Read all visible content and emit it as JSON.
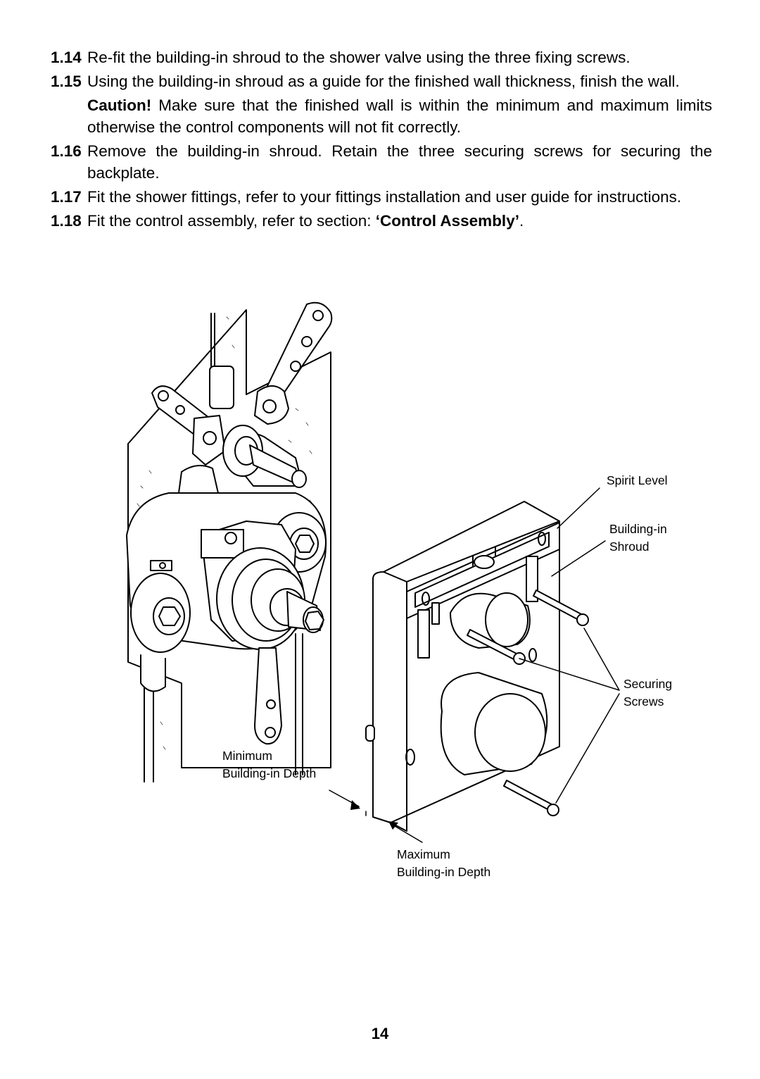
{
  "steps": [
    {
      "num": "1.14",
      "text": "Re-fit the building-in shroud to the shower valve using the three fixing screws."
    },
    {
      "num": "1.15",
      "text": "Using the building-in shroud as a guide for the finished wall thickness, finish the wall."
    },
    {
      "caution_label": "Caution!",
      "caution_text": "Make sure that the finished wall is within the minimum and maximum limits otherwise the control components will not fit correctly."
    },
    {
      "num": "1.16",
      "text": "Remove the building-in shroud. Retain the three securing screws for securing the backplate."
    },
    {
      "num": "1.17",
      "text": "Fit the shower fittings, refer to your fittings installation and user guide for instructions."
    },
    {
      "num": "1.18",
      "text_before": "Fit the control assembly, refer to section: ",
      "text_bold": "‘Control Assembly’",
      "text_after": "."
    }
  ],
  "diagram_labels": {
    "spirit_level": "Spirit Level",
    "shroud_line1": "Building-in",
    "shroud_line2": "Shroud",
    "screws_line1": "Securing",
    "screws_line2": "Screws",
    "min_line1": "Minimum",
    "min_line2": "Building-in Depth",
    "max_line1": "Maximum",
    "max_line2": "Building-in Depth"
  },
  "page_number": "14"
}
